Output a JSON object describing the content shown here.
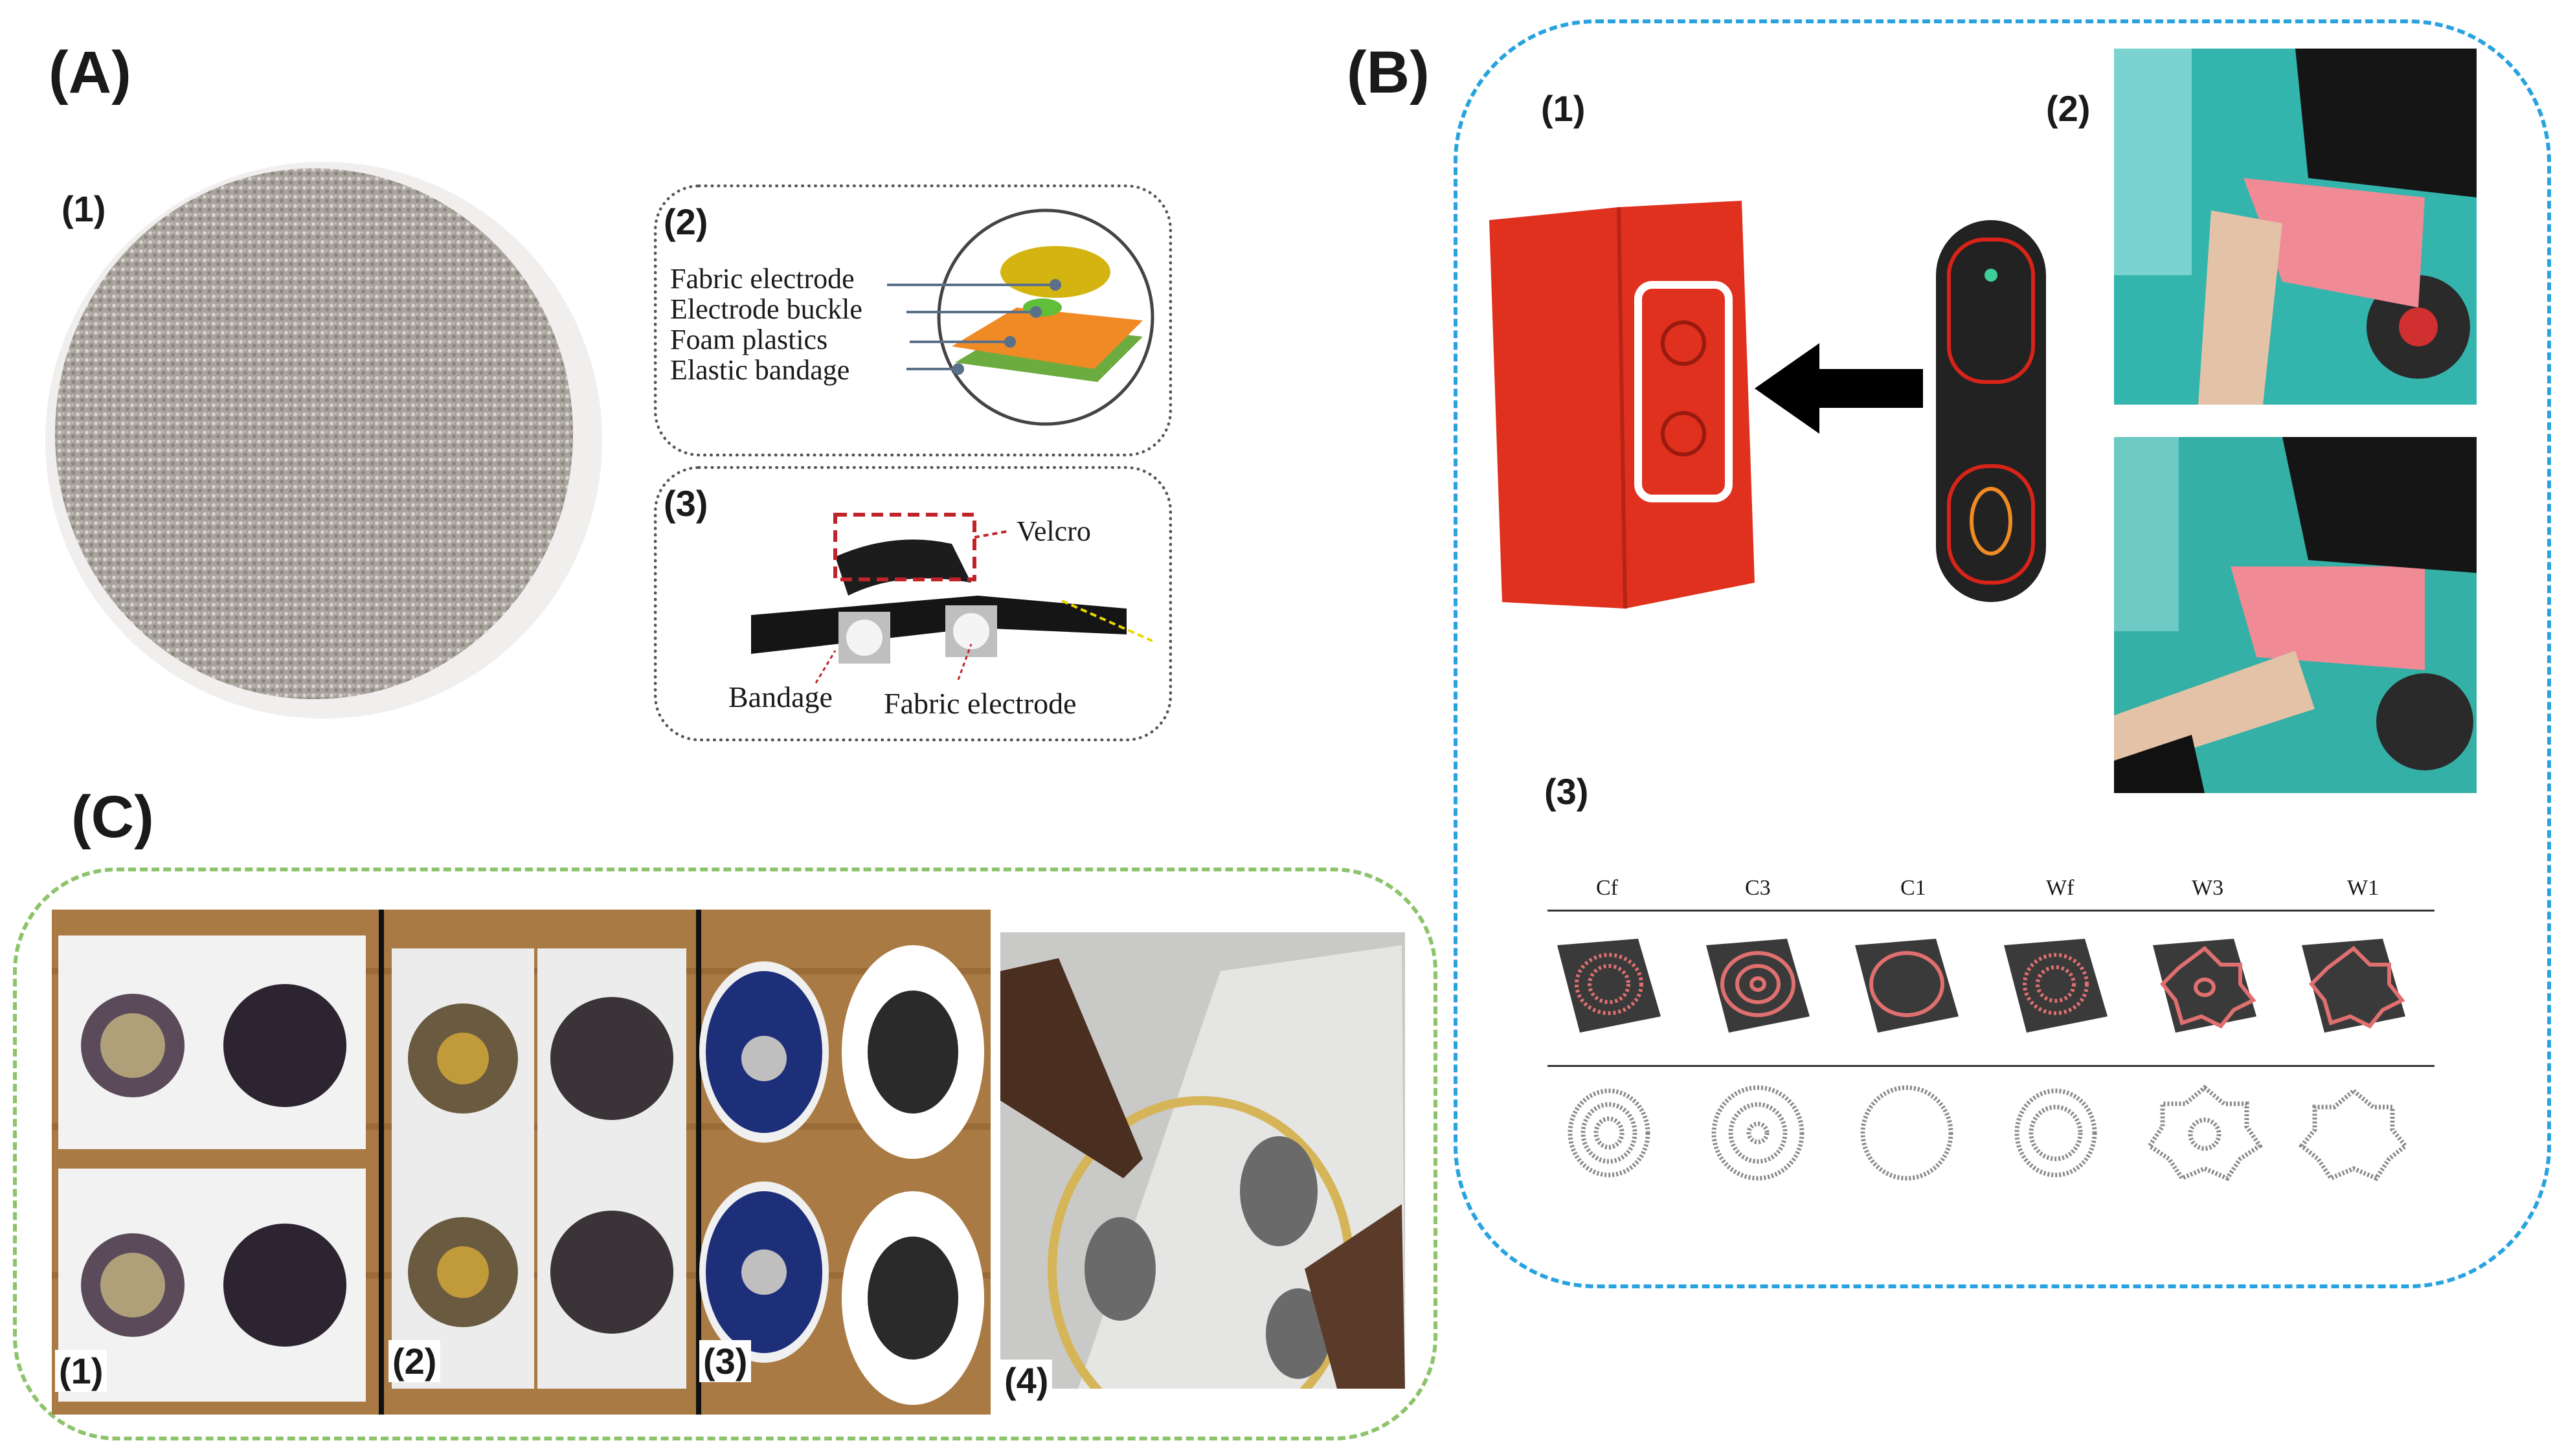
{
  "panels": {
    "A": {
      "letter": "(A)",
      "sub1": "(1)",
      "sub2": "(2)",
      "sub3": "(3)",
      "layers": [
        "Fabric electrode",
        "Electrode buckle",
        "Foam plastics",
        "Elastic bandage"
      ],
      "velcro": "Velcro",
      "bandage": "Bandage",
      "fabric_electrode": "Fabric electrode"
    },
    "B": {
      "letter": "(B)",
      "sub1": "(1)",
      "sub2": "(2)",
      "sub3": "(3)",
      "columns": [
        "Cf",
        "C3",
        "C1",
        "Wf",
        "W3",
        "W1"
      ]
    },
    "C": {
      "letter": "(C)",
      "sub1": "(1)",
      "sub2": "(2)",
      "sub3": "(3)",
      "sub4": "(4)"
    }
  },
  "colors": {
    "blue_dash": "#29a3df",
    "green_dash": "#8cc36b",
    "gray_dots": "#555555",
    "red_bandage": "#e0301e",
    "velcro_box": "#c0242a"
  }
}
